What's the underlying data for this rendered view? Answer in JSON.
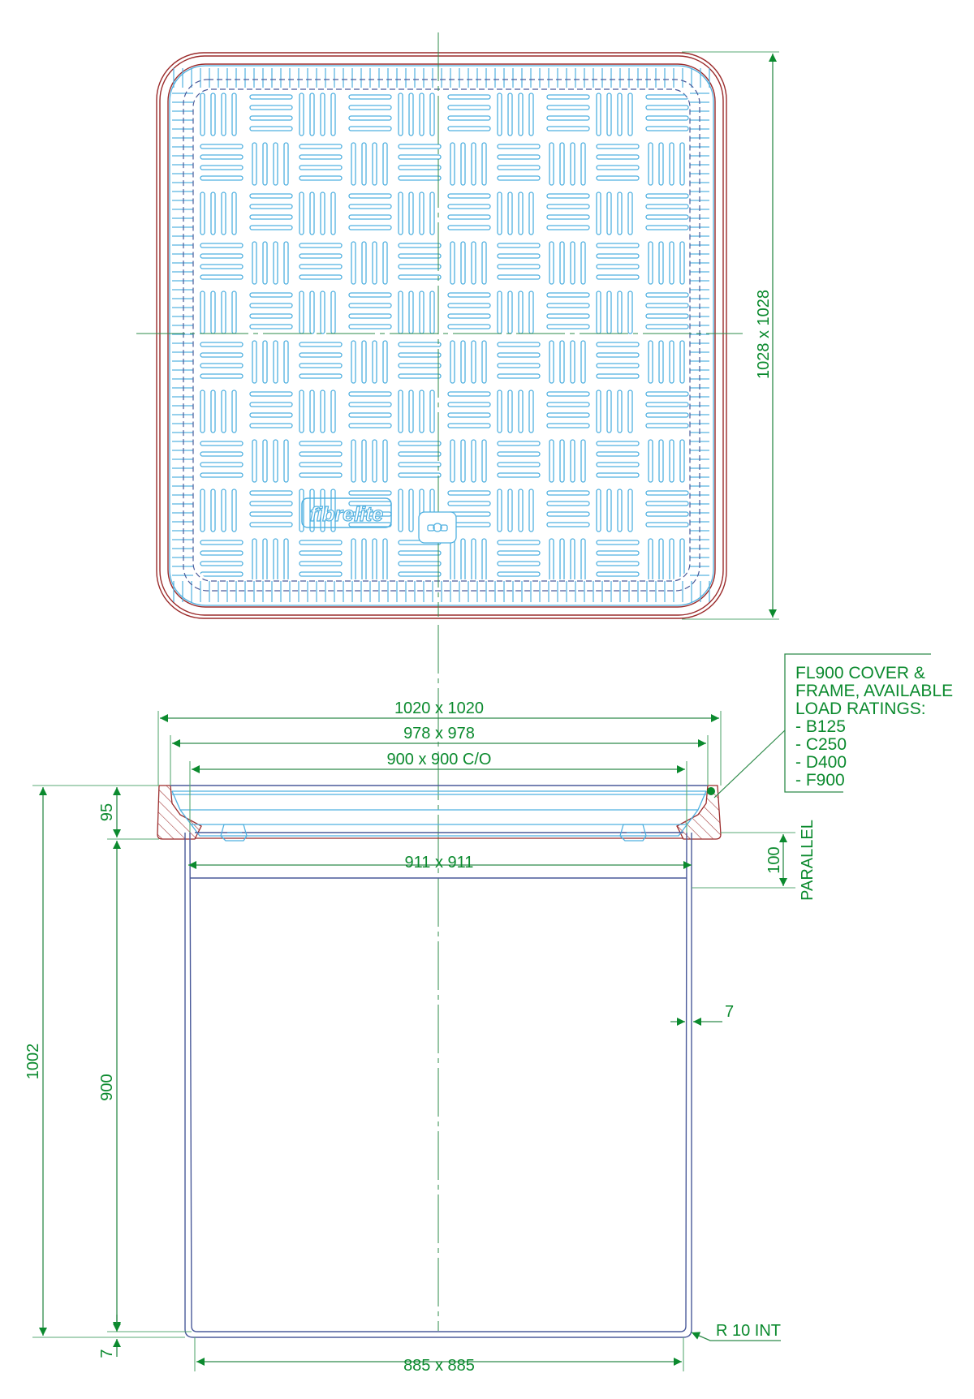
{
  "drawing": {
    "title": "FL900 cover & frame with chamber — technical drawing",
    "plan_view": {
      "brand_logo": "fibrelite",
      "overall_dimension": "1028 x 1028"
    },
    "section_view": {
      "dimensions": {
        "frame_outer": "1020 x 1020",
        "frame_inner": "978 x 978",
        "clear_opening": "900 x 900 C/O",
        "chamber_top": "911 x 911",
        "chamber_bottom": "885 x 885",
        "frame_height": "95",
        "chamber_height": "900",
        "total_height": "1002",
        "parallel_depth": "100",
        "parallel_label": "PARALLEL",
        "wall_thickness": "7",
        "base_thickness": "7",
        "corner_radius": "R 10 INT"
      },
      "note": {
        "lines": [
          "FL900 COVER &",
          "FRAME, AVAILABLE",
          "LOAD RATINGS:",
          "- B125",
          "- C250",
          "- D400",
          "- F900"
        ]
      }
    },
    "colors": {
      "dimension": "#0b8a2e",
      "frame_outline": "#9b2b2b",
      "cover_pattern": "#4fb0e0",
      "chamber_outline": "#4a5a9a"
    }
  }
}
